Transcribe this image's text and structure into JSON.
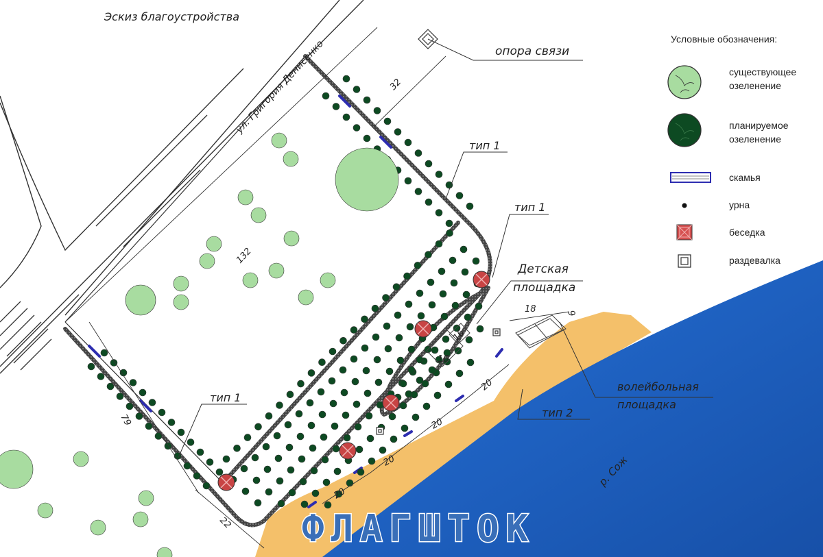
{
  "title": "Эскиз благоустройства",
  "street_label": "ул. Григория Денисенко",
  "river_label": "р. Сож",
  "watermark": "ФЛАГШТОК",
  "annotations": {
    "comm_pole": "опора связи",
    "type1": "тип 1",
    "type2": "тип 2",
    "playground_line1": "Детская",
    "playground_line2": "площадка",
    "volleyball_line1": "волейбольная",
    "volleyball_line2": "площадка"
  },
  "dimensions": {
    "d32": "32",
    "d132": "132",
    "d79": "79",
    "d22": "22",
    "d18": "18",
    "d9": "9",
    "d10": "10",
    "d16": "16",
    "d20": "20"
  },
  "legend": {
    "title": "Условные обозначения:",
    "items": [
      {
        "icon": "existing-greenery-icon",
        "line1": "существующее",
        "line2": "озеленение",
        "color": "#a8dca0"
      },
      {
        "icon": "planned-greenery-icon",
        "line1": "планируемое",
        "line2": "озеленение",
        "color": "#0d4a22"
      },
      {
        "icon": "bench-icon",
        "line1": "скамья",
        "line2": "",
        "color": "#2d2db0"
      },
      {
        "icon": "bin-icon",
        "line1": "урна",
        "line2": "",
        "color": "#111111"
      },
      {
        "icon": "gazebo-icon",
        "line1": "беседка",
        "line2": "",
        "color": "#cc3333"
      },
      {
        "icon": "changing-cabin-icon",
        "line1": "раздевалка",
        "line2": "",
        "color": "#333333"
      }
    ]
  },
  "colors": {
    "river": "#1f62c2",
    "beach": "#f4c06a",
    "existing_tree": "#a8dca0",
    "planned_tree": "#0d4a22",
    "gazebo": "#c84444",
    "path": "#333333"
  }
}
